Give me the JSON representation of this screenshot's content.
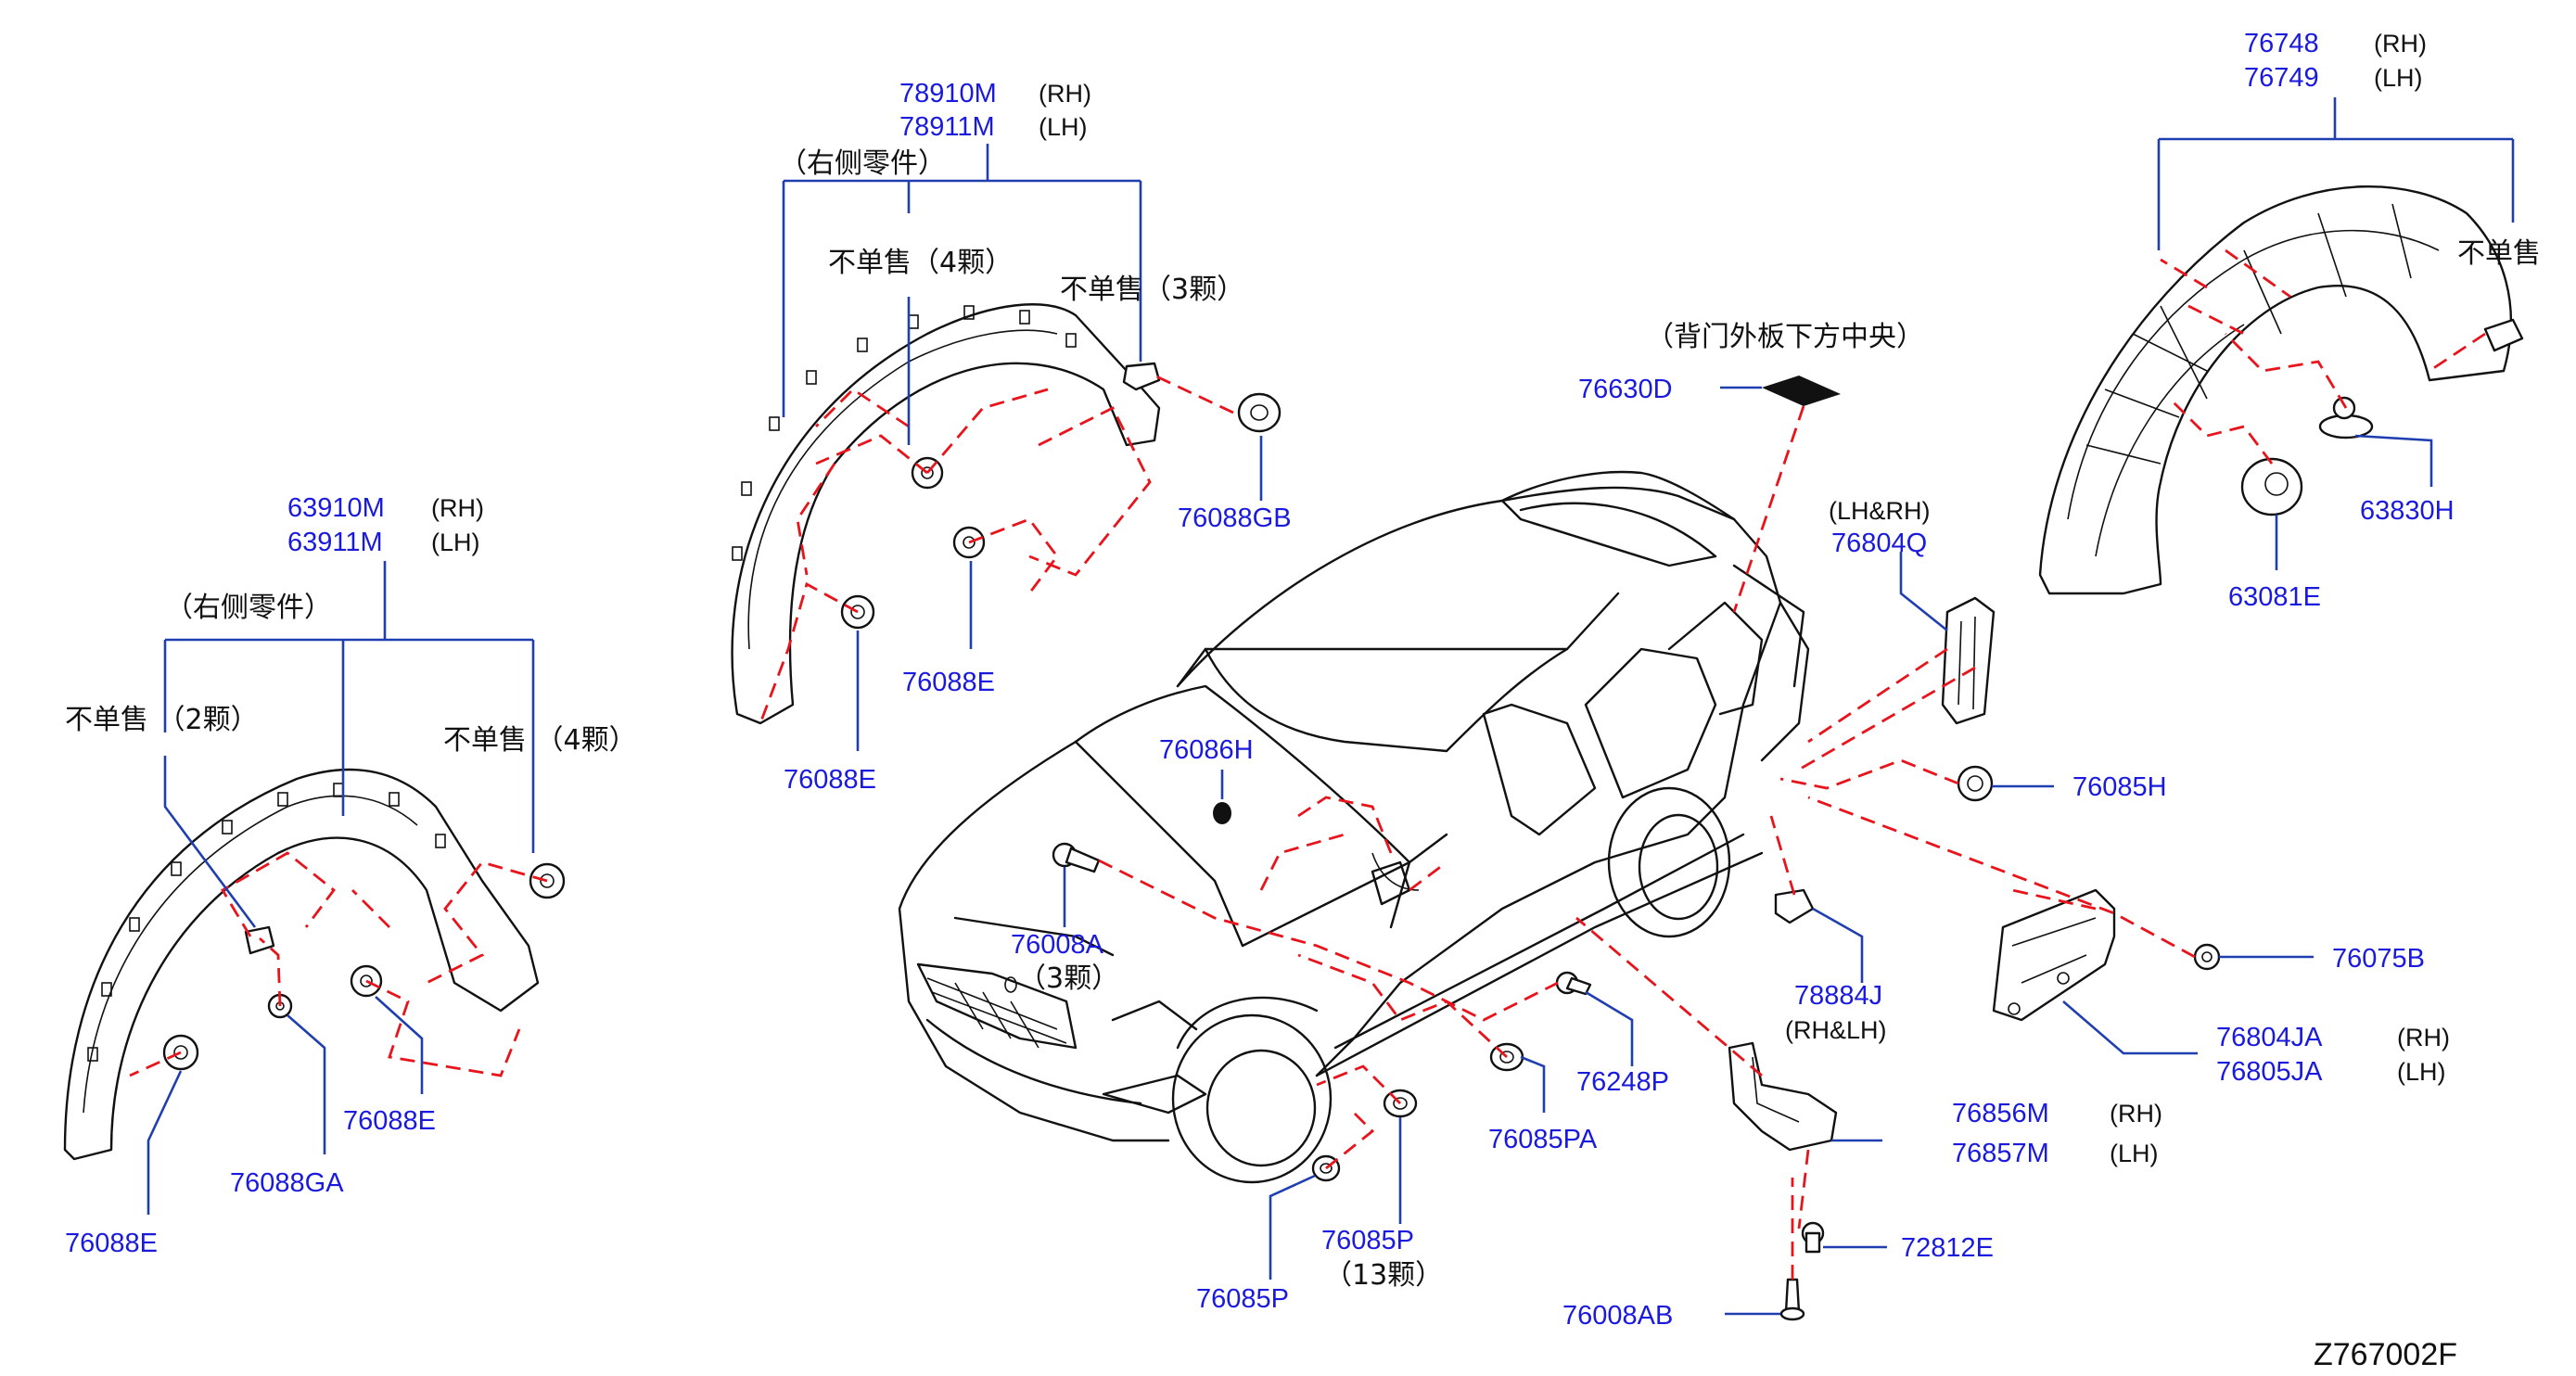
{
  "diagram_code": "Z767002F",
  "labels": {
    "p78910M": "78910M",
    "p78911M": "78911M",
    "rh_1": "(RH)",
    "lh_1": "(LH)",
    "right_part_1": "（右侧零件）",
    "ns4_top": "不单售（4颗）",
    "ns3_top": "不单售（3颗）",
    "p76088GB": "76088GB",
    "p76088E_top1": "76088E",
    "p76088E_top2": "76088E",
    "p63910M": "63910M",
    "p63911M": "63911M",
    "rh_2": "(RH)",
    "lh_2": "(LH)",
    "right_part_2": "（右侧零件）",
    "ns2_left": "不单售 （2颗）",
    "ns4_left": "不单售 （4颗）",
    "p76088E_l1": "76088E",
    "p76088GA": "76088GA",
    "p76088E_l2": "76088E",
    "p76748": "76748",
    "p76749": "76749",
    "rh_3": "(RH)",
    "lh_3": "(LH)",
    "ns_right": "不单售",
    "p63830H": "63830H",
    "p63081E": "63081E",
    "tailgate_note": "（背门外板下方中央）",
    "p76630D": "76630D",
    "lhrh_1": "(LH&RH)",
    "p76804Q": "76804Q",
    "p76085H": "76085H",
    "p76075B": "76075B",
    "p76804JA": "76804JA",
    "p76805JA": "76805JA",
    "rh_4": "(RH)",
    "lh_4": "(LH)",
    "p76856M": "76856M",
    "p76857M": "76857M",
    "rh_5": "(RH)",
    "lh_5": "(LH)",
    "p72812E": "72812E",
    "p76008AB": "76008AB",
    "p78884J": "78884J",
    "rhlh_1": "(RH&LH)",
    "p76086H": "76086H",
    "p76008A": "76008A",
    "q3": "（3颗）",
    "p76248P": "76248P",
    "p76085PA": "76085PA",
    "p76085P_a": "76085P",
    "q13": "（13颗）",
    "p76085P_b": "76085P"
  },
  "colors": {
    "part_number": "#1a1adf",
    "leader": "#1f3fb0",
    "dashed": "#e8141c",
    "outline": "#111111"
  }
}
